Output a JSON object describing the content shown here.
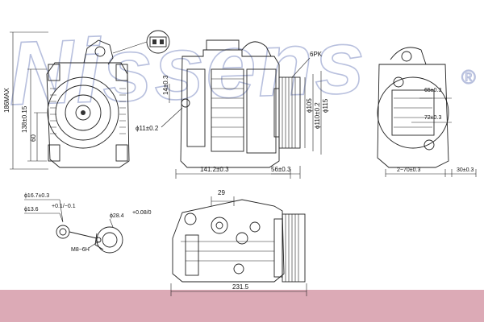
{
  "watermark": {
    "text": "Nissens",
    "mark": "®"
  },
  "footer_band_color": "#dcaab6",
  "watermark_color": "#b8c0de",
  "dimensions": {
    "height_max": "186MAX",
    "d138": "138±0.15",
    "d60": "60",
    "d14": "14±0.3",
    "d11": "ϕ11±0.2",
    "belt": "6PK",
    "d105": "ϕ105",
    "d110": "ϕ110±0.2",
    "d115": "ϕ115",
    "d141": "141.2±0.3",
    "d56": "56±0.3",
    "d65": "65±0.3",
    "d72": "72±0.3",
    "d2x70": "2−70±0.3",
    "d30": "30±0.3",
    "d16": "ϕ16.7±0.3",
    "d13": "ϕ13.6",
    "d13_tol": "+0.1/−0.1",
    "d28": "ϕ28.4",
    "d28_tol": "+0.08/0",
    "thread": "M8−6H",
    "d29": "29",
    "d231": "231.5"
  }
}
